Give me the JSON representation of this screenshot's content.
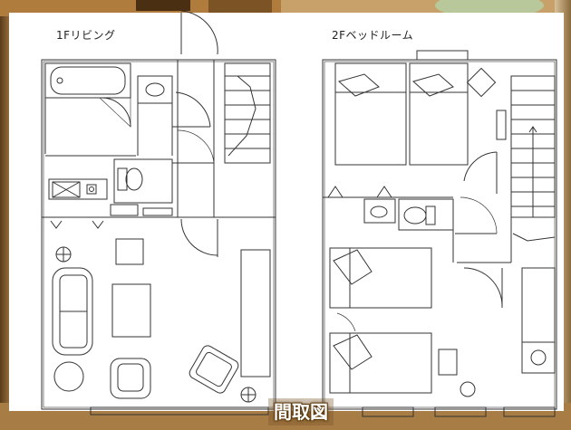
{
  "floor_plan": {
    "floor1_label": "1Fリビング",
    "floor2_label": "2Fベッドルーム",
    "caption": "間取図"
  },
  "colors": {
    "background_warm": "#c59a5c",
    "background_dark": "#6b4a22",
    "paper": "#ffffff",
    "line": "#333333",
    "caption_text": "#ffffff"
  }
}
